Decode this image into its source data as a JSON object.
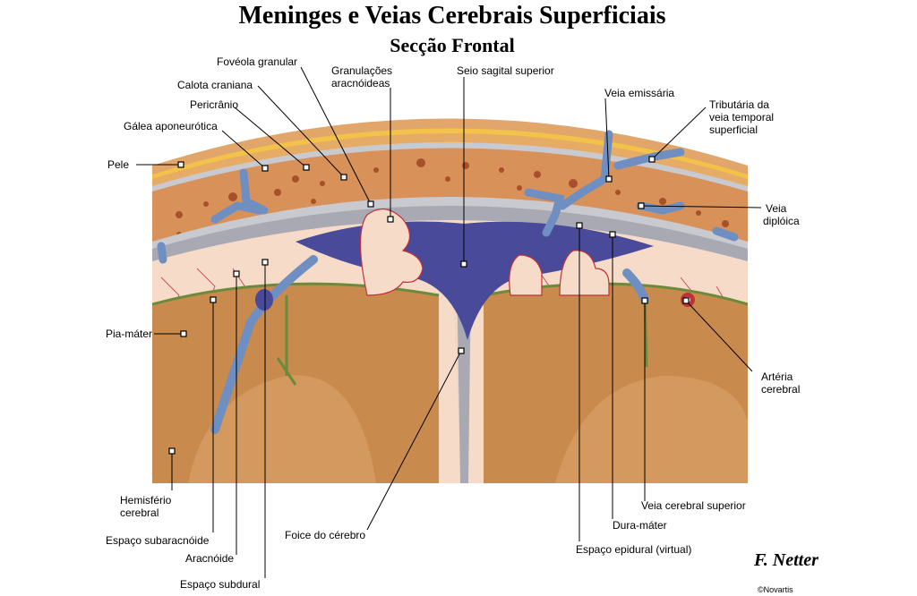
{
  "title": "Meninges e Veias Cerebrais Superficiais",
  "subtitle": "Secção Frontal",
  "labels": {
    "foveola_granular": "Fovéola granular",
    "granulacoes_l1": "Granulações",
    "granulacoes_l2": "aracnóideas",
    "seio_sagital": "Seio sagital superior",
    "calota": "Calota craniana",
    "pericranio": "Pericrânio",
    "galea": "Gálea aponeurótica",
    "pele": "Pele",
    "veia_emissaria": "Veia emissária",
    "tributaria_l1": "Tributária da",
    "tributaria_l2": "veia temporal",
    "tributaria_l3": "superficial",
    "veia_diploica_l1": "Veia",
    "veia_diploica_l2": "diplóica",
    "pia_mater": "Pia-máter",
    "arteria_l1": "Artéria",
    "arteria_l2": "cerebral",
    "hemisferio_l1": "Hemisfério",
    "hemisferio_l2": "cerebral",
    "veia_cerebral_superior": "Veia cerebral superior",
    "dura_mater": "Dura-máter",
    "espaco_subaracnoide": "Espaço subaracnóide",
    "foice": "Foice do cérebro",
    "espaco_epidural": "Espaço epidural (virtual)",
    "aracnoide": "Aracnóide",
    "espaco_subdural": "Espaço subdural"
  },
  "signature": "F. Netter",
  "copyright": "©Novartis",
  "colors": {
    "skin": "#e0a060",
    "fat": "#f3c043",
    "bone": "#d9915a",
    "bone_spot": "#b5542c",
    "dura": "#b8b8c0",
    "sinus": "#4a4a9a",
    "vein": "#6f8fc2",
    "arachnoid": "#f6dcc8",
    "vessel_red": "#c0303a",
    "brain": "#c98a4e",
    "brain_dark": "#a86a35",
    "pia": "#6b8a3a"
  }
}
